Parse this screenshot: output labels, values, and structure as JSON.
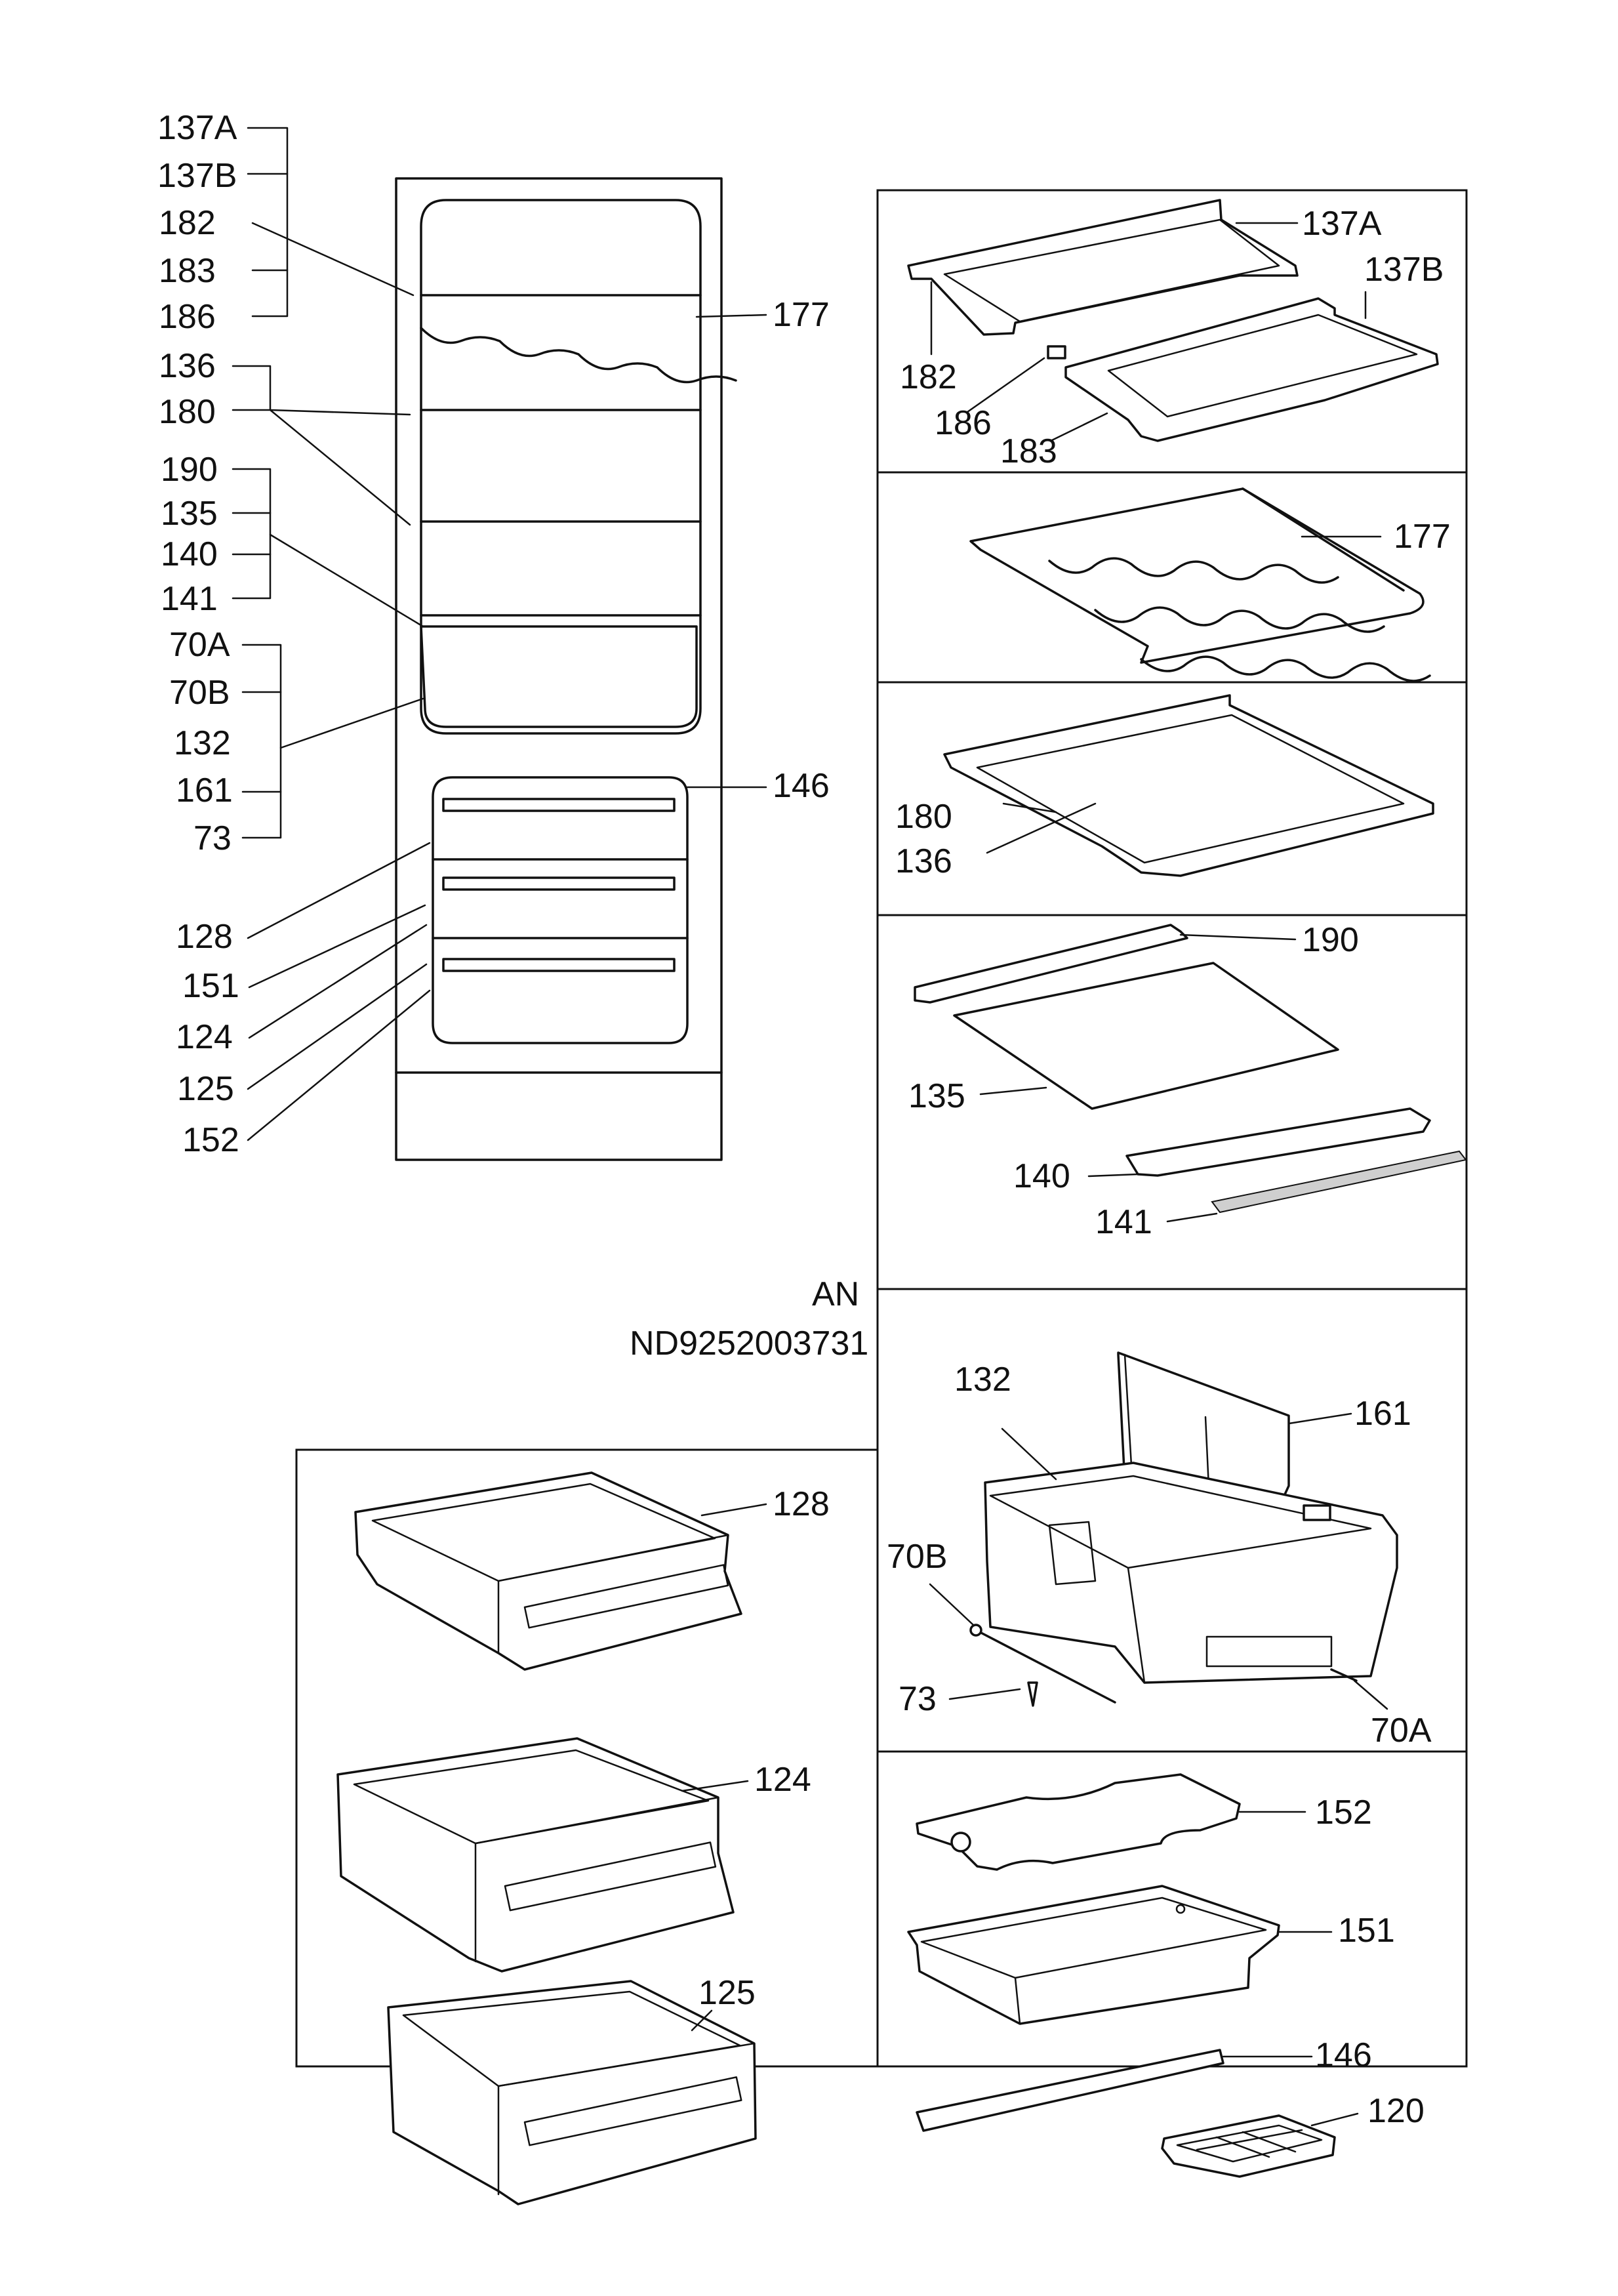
{
  "title": "AN",
  "document_number": "ND9252003731",
  "cabinet_labels": {
    "l137A": "137A",
    "l137B": "137B",
    "l182": "182",
    "l183": "183",
    "l186": "186",
    "l177": "177",
    "l136": "136",
    "l180": "180",
    "l190": "190",
    "l135": "135",
    "l140": "140",
    "l141": "141",
    "l70A": "70A",
    "l70B": "70B",
    "l132": "132",
    "l161": "161",
    "l73": "73",
    "l146": "146",
    "l128": "128",
    "l151": "151",
    "l124": "124",
    "l125": "125",
    "l152": "152"
  },
  "panel_labels": {
    "p137A": "137A",
    "p137B": "137B",
    "p182": "182",
    "p186": "186",
    "p183": "183",
    "p177": "177",
    "p180": "180",
    "p136": "136",
    "p190": "190",
    "p135": "135",
    "p140": "140",
    "p141": "141",
    "p132": "132",
    "p161": "161",
    "p70B": "70B",
    "p73": "73",
    "p70A": "70A",
    "p152": "152",
    "p151": "151",
    "p146": "146",
    "p120": "120",
    "p128": "128",
    "p124": "124",
    "p125": "125"
  }
}
